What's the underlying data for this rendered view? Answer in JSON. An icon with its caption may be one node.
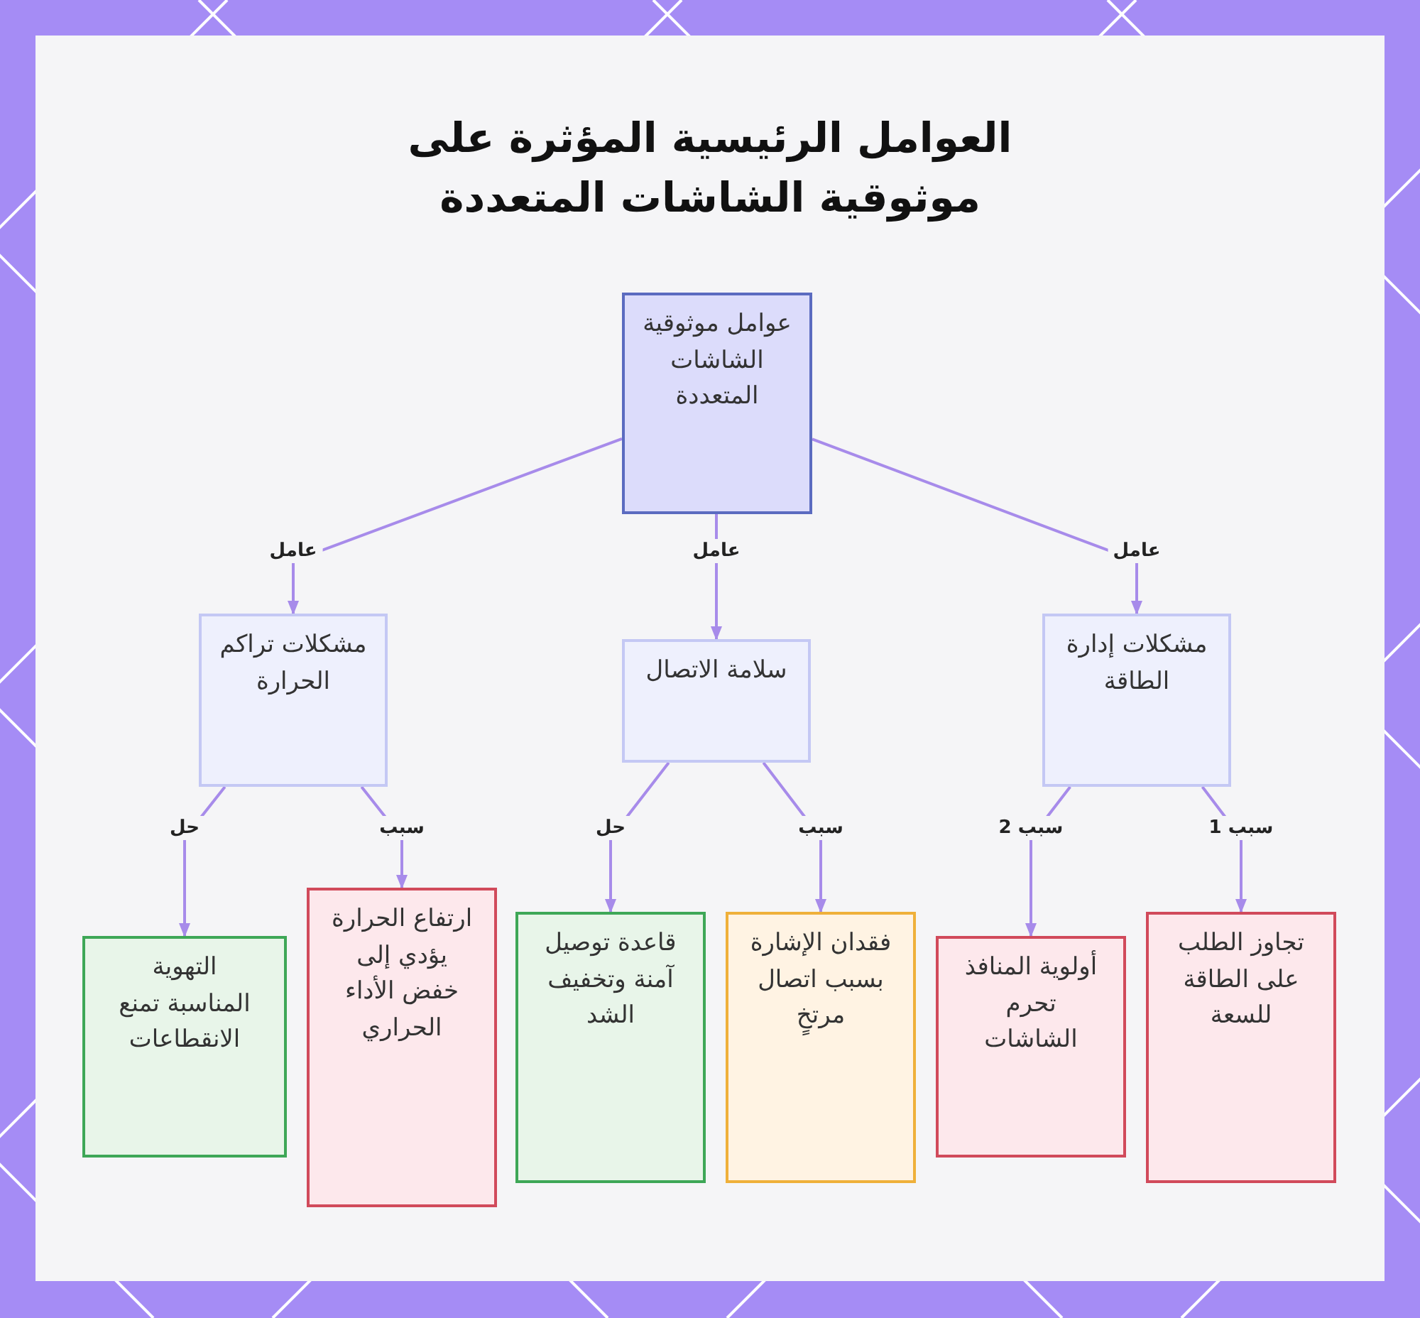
{
  "diagram": {
    "title": "العوامل الرئيسية المؤثرة على موثوقية الشاشات المتعددة",
    "nodes": [
      {
        "text": [
          "عوامل موثوقية الشاشات المتعددة"
        ]
      },
      {
        "text": [
          "مشكلات إدارة الطاقة"
        ]
      },
      {
        "text": [
          "سلامة الاتصال"
        ]
      },
      {
        "text": [
          "مشكلات تراكم الحرارة"
        ]
      },
      {
        "text": [
          "تجاوز الطلب على الطاقة للسعة"
        ]
      },
      {
        "text": [
          "أولوية المنافذ تحرم الشاشات"
        ]
      },
      {
        "text": [
          "فقدان الإشارة بسبب اتصال مرتخٍ"
        ]
      },
      {
        "text": [
          "قاعدة توصيل آمنة وتخفيف الشد"
        ]
      },
      {
        "text": [
          "ارتفاع الحرارة يؤدي إلى خفض الأداء الحراري"
        ]
      },
      {
        "text": [
          "التهوية المناسبة تمنع الانقطاعات"
        ]
      }
    ],
    "edges": [
      {
        "from": 0,
        "to": 1,
        "arrow": "to",
        "label": "عامل"
      },
      {
        "from": 0,
        "to": 2,
        "arrow": "to",
        "label": "عامل"
      },
      {
        "from": 0,
        "to": 3,
        "arrow": "to",
        "label": "عامل"
      },
      {
        "from": 1,
        "to": 4,
        "arrow": "to",
        "label": "سبب 1"
      },
      {
        "from": 1,
        "to": 5,
        "arrow": "to",
        "label": "سبب 2"
      },
      {
        "from": 2,
        "to": 6,
        "arrow": "to",
        "label": "سبب"
      },
      {
        "from": 2,
        "to": 7,
        "arrow": "to",
        "label": "حل"
      },
      {
        "from": 3,
        "to": 8,
        "arrow": "to",
        "label": "سبب"
      },
      {
        "from": 3,
        "to": 9,
        "arrow": "to",
        "label": "حل"
      }
    ]
  }
}
